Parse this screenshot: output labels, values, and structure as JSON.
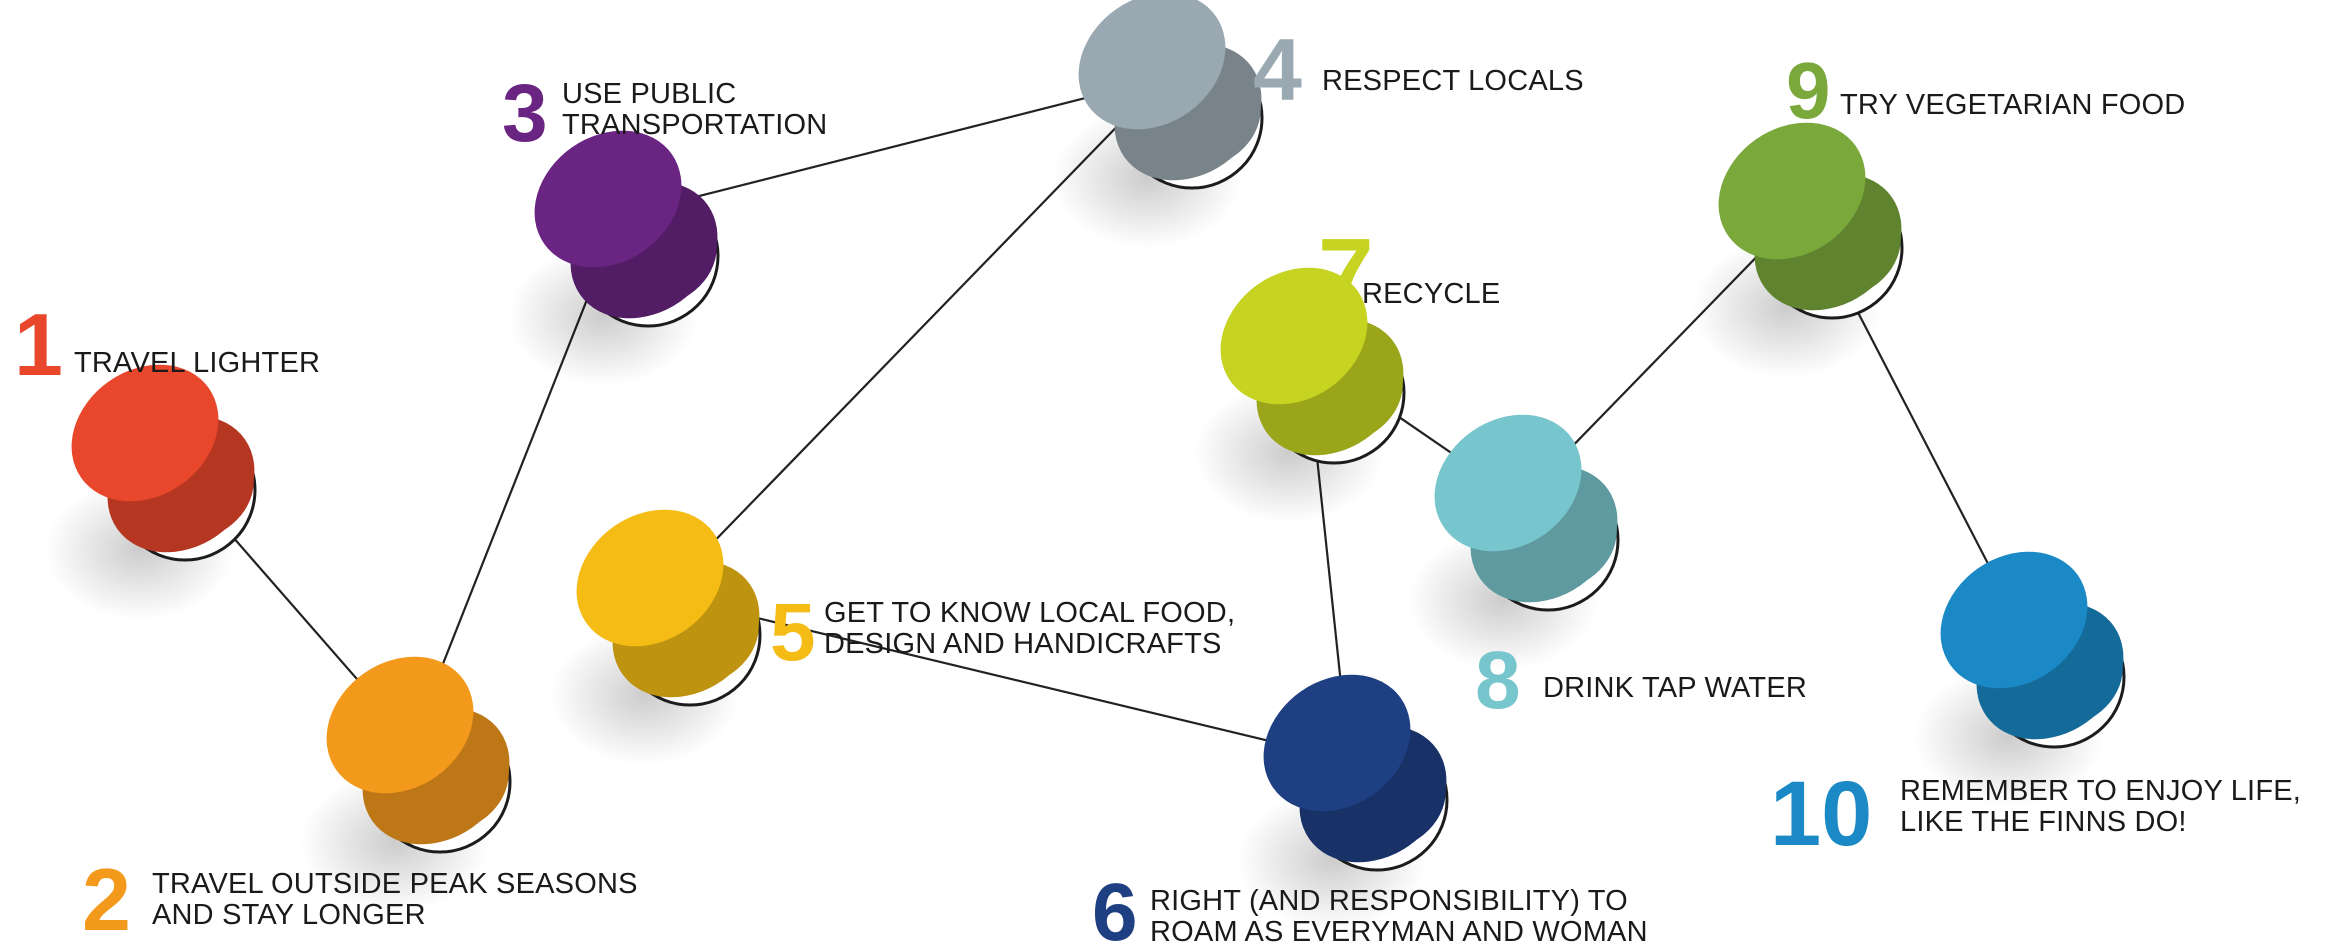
{
  "diagram": {
    "nodes": [
      {
        "id": "n1",
        "number": "1",
        "color": "#e8472c",
        "label_lines": [
          "TRAVEL LIGHTER"
        ]
      },
      {
        "id": "n2",
        "number": "2",
        "color": "#f3991c",
        "label_lines": [
          "TRAVEL OUTSIDE PEAK SEASONS",
          "AND STAY LONGER"
        ]
      },
      {
        "id": "n3",
        "number": "3",
        "color": "#6a2583",
        "label_lines": [
          "USE PUBLIC",
          "TRANSPORTATION"
        ]
      },
      {
        "id": "n4",
        "number": "4",
        "color": "#9aa9b1",
        "label_lines": [
          "RESPECT LOCALS"
        ]
      },
      {
        "id": "n5",
        "number": "5",
        "color": "#f4bc15",
        "label_lines": [
          "GET TO KNOW LOCAL FOOD,",
          "DESIGN AND HANDICRAFTS"
        ]
      },
      {
        "id": "n6",
        "number": "6",
        "color": "#1f3f83",
        "label_lines": [
          "RIGHT (AND RESPONSIBILITY) TO",
          "ROAM AS EVERYMAN AND WOMAN"
        ]
      },
      {
        "id": "n7",
        "number": "7",
        "color": "#c6d321",
        "label_lines": [
          "RECYCLE"
        ]
      },
      {
        "id": "n8",
        "number": "8",
        "color": "#78c6cd",
        "label_lines": [
          "DRINK TAP WATER"
        ]
      },
      {
        "id": "n9",
        "number": "9",
        "color": "#7aa83b",
        "label_lines": [
          "TRY VEGETARIAN FOOD"
        ]
      },
      {
        "id": "n10",
        "number": "10",
        "color": "#1a89c6",
        "label_lines": [
          "REMEMBER TO ENJOY LIFE,",
          "LIKE THE FINNS DO!"
        ]
      }
    ],
    "edges": [
      [
        "n1",
        "n2"
      ],
      [
        "n2",
        "n3"
      ],
      [
        "n3",
        "n4"
      ],
      [
        "n4",
        "n5"
      ],
      [
        "n5",
        "n6"
      ],
      [
        "n6",
        "n7"
      ],
      [
        "n7",
        "n8"
      ],
      [
        "n8",
        "n9"
      ],
      [
        "n9",
        "n10"
      ]
    ]
  }
}
